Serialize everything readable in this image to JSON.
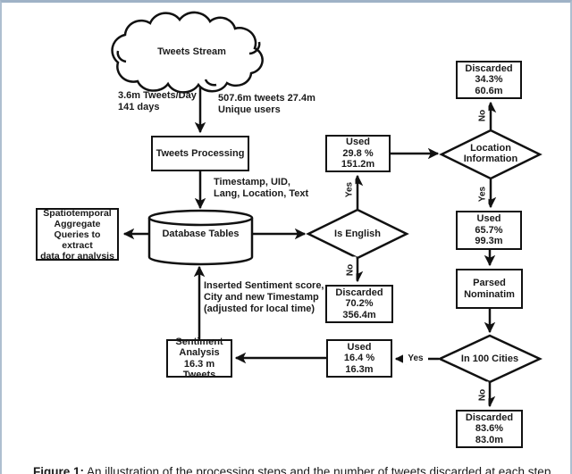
{
  "colors": {
    "frame_border": "#a6b7ca",
    "stroke": "#111111",
    "background": "#ffffff"
  },
  "cloud": {
    "label": "Tweets Stream"
  },
  "annotations": {
    "daily": [
      "3.6m Tweets/Day",
      "141 days"
    ],
    "totals": [
      "507.6m tweets 27.4m",
      "Unique users"
    ],
    "fields": [
      "Timestamp, UID,",
      "Lang, Location, Text"
    ],
    "inserted": [
      "Inserted Sentiment score,",
      "City and new Timestamp",
      "(adjusted for local time)"
    ]
  },
  "nodes": {
    "tweets_processing": {
      "lines": [
        "Tweets Processing"
      ]
    },
    "spatiotemporal": {
      "lines": [
        "Spatiotemporal",
        "Aggregate",
        "Queries to extract",
        "data for analysis"
      ]
    },
    "database_tables": {
      "lines": [
        "Database Tables"
      ]
    },
    "is_english": {
      "lines": [
        "Is English"
      ]
    },
    "used_english": {
      "lines": [
        "Used",
        "29.8 %",
        "151.2m"
      ]
    },
    "discarded_english": {
      "lines": [
        "Discarded",
        "70.2%",
        "356.4m"
      ]
    },
    "location_information": {
      "lines": [
        "Location",
        "Information"
      ]
    },
    "discarded_location": {
      "lines": [
        "Discarded",
        "34.3%",
        "60.6m"
      ]
    },
    "used_location": {
      "lines": [
        "Used",
        "65.7%",
        "99.3m"
      ]
    },
    "parsed_nominatim": {
      "lines": [
        "Parsed",
        "Nominatim"
      ]
    },
    "in_100_cities": {
      "lines": [
        "In 100 Cities"
      ]
    },
    "used_cities": {
      "lines": [
        "Used",
        "16.4 %",
        "16.3m"
      ]
    },
    "discarded_cities": {
      "lines": [
        "Discarded",
        "83.6%",
        "83.0m"
      ]
    },
    "sentiment_analysis": {
      "lines": [
        "Sentiment",
        "Analysis",
        "16.3 m Tweets"
      ]
    }
  },
  "edge_labels": {
    "yes_english": "Yes",
    "no_english": "No",
    "no_location": "No",
    "yes_location": "Yes",
    "yes_cities": "Yes",
    "no_cities": "No"
  },
  "caption": {
    "label": "Figure 1:",
    "text": " An illustration of the processing steps and the number of tweets discarded at each step"
  }
}
